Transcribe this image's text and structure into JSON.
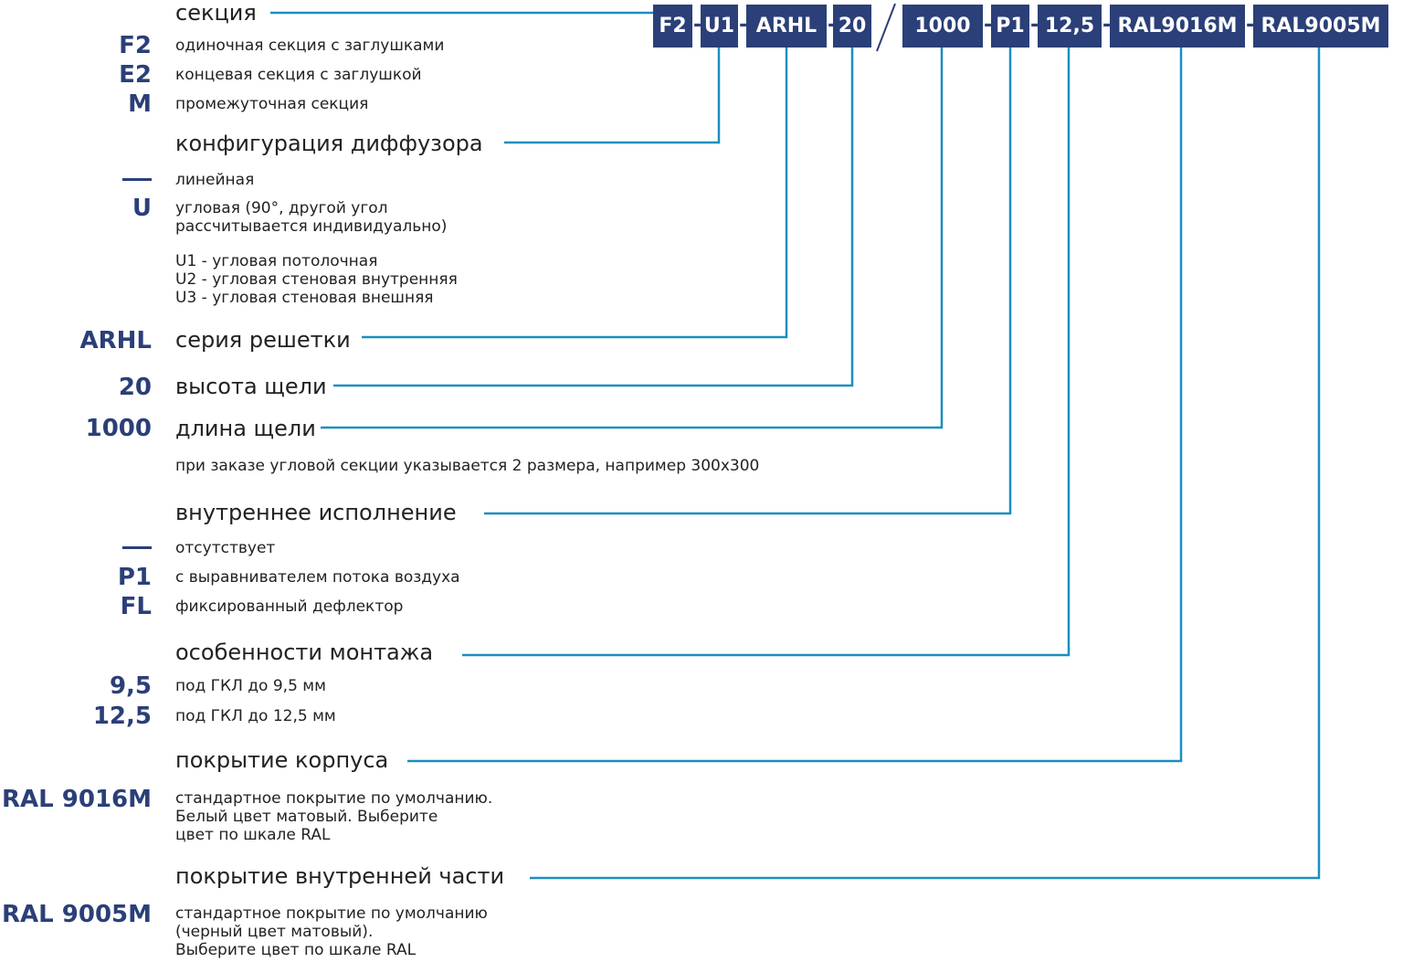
{
  "code_row": {
    "boxes": [
      "F2",
      "U1",
      "ARHL",
      "20",
      "1000",
      "P1",
      "12,5",
      "RAL9016M",
      "RAL9005M"
    ],
    "separator": "-",
    "slash": "/"
  },
  "colors": {
    "navy": "#2b3f78",
    "connector": "#1a8fbf"
  },
  "sections": {
    "section": {
      "heading": "секция",
      "options": [
        {
          "code": "F2",
          "text": "одиночная секция с заглушками"
        },
        {
          "code": "E2",
          "text": "концевая секция с заглушкой"
        },
        {
          "code": "M",
          "text": "промежуточная секция"
        }
      ]
    },
    "config": {
      "heading": "конфигурация диффузора",
      "linear": "линейная",
      "angular_code": "U",
      "angular": "угловая (90°, другой угол\nрассчитывается индивидуально)",
      "variants": "U1 - угловая потолочная\nU2 - угловая стеновая внутренняя\nU3 - угловая стеновая внешняя"
    },
    "series": {
      "code": "ARHL",
      "heading": "серия решетки"
    },
    "height": {
      "code": "20",
      "heading": "высота щели"
    },
    "length": {
      "code": "1000",
      "heading": "длина щели",
      "note": "при заказе угловой секции указывается 2 размера, например 300х300"
    },
    "inner": {
      "heading": "внутреннее исполнение",
      "none": "отсутствует",
      "options": [
        {
          "code": "P1",
          "text": "с выравнивателем потока воздуха"
        },
        {
          "code": "FL",
          "text": "фиксированный дефлектор"
        }
      ]
    },
    "mount": {
      "heading": "особенности монтажа",
      "options": [
        {
          "code": "9,5",
          "text": "под ГКЛ до 9,5 мм"
        },
        {
          "code": "12,5",
          "text": "под ГКЛ до 12,5 мм"
        }
      ]
    },
    "body_coat": {
      "heading": "покрытие корпуса",
      "code": "RAL 9016M",
      "text": "стандартное покрытие по умолчанию.\nБелый цвет матовый. Выберите\nцвет по шкале RAL"
    },
    "inner_coat": {
      "heading": "покрытие внутренней части",
      "code": "RAL 9005M",
      "text": "стандартное покрытие по умолчанию\n(черный цвет матовый).\nВыберите цвет по шкале RAL"
    }
  }
}
